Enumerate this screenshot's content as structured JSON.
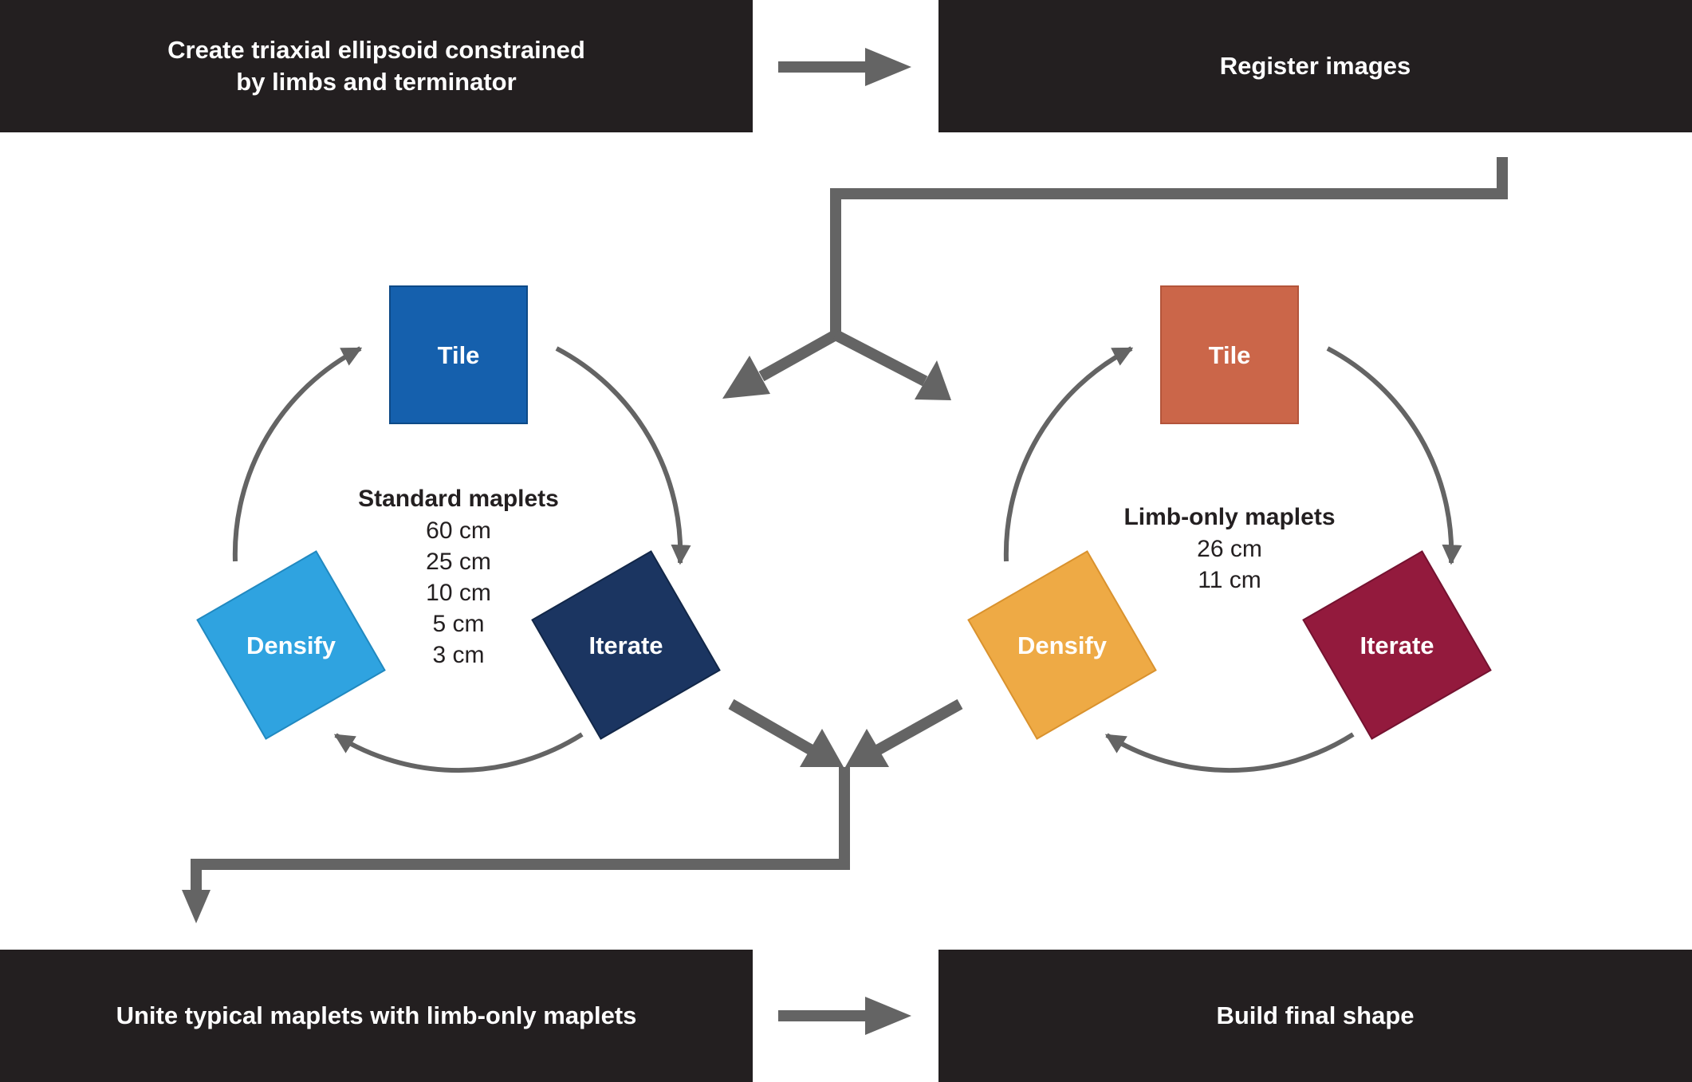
{
  "steps": {
    "create_ellipsoid": {
      "line1": "Create triaxial ellipsoid constrained",
      "line2": "by limbs and terminator"
    },
    "register_images": "Register images",
    "unite_maplets": "Unite typical maplets with limb-only maplets",
    "build_final_shape": "Build final shape"
  },
  "standard_cycle": {
    "tile": "Tile",
    "iterate": "Iterate",
    "densify": "Densify",
    "title": "Standard maplets",
    "scales": [
      "60 cm",
      "25 cm",
      "10 cm",
      "5 cm",
      "3 cm"
    ],
    "colors": {
      "tile": "#1560ad",
      "iterate": "#1b3561",
      "densify": "#2fa3e0"
    }
  },
  "limb_cycle": {
    "tile": "Tile",
    "iterate": "Iterate",
    "densify": "Densify",
    "title": "Limb-only maplets",
    "scales": [
      "26 cm",
      "11 cm"
    ],
    "colors": {
      "tile": "#cb6649",
      "iterate": "#931a3d",
      "densify": "#eeaa45"
    }
  },
  "colors": {
    "box": "#231f20",
    "arrow": "#646464"
  }
}
